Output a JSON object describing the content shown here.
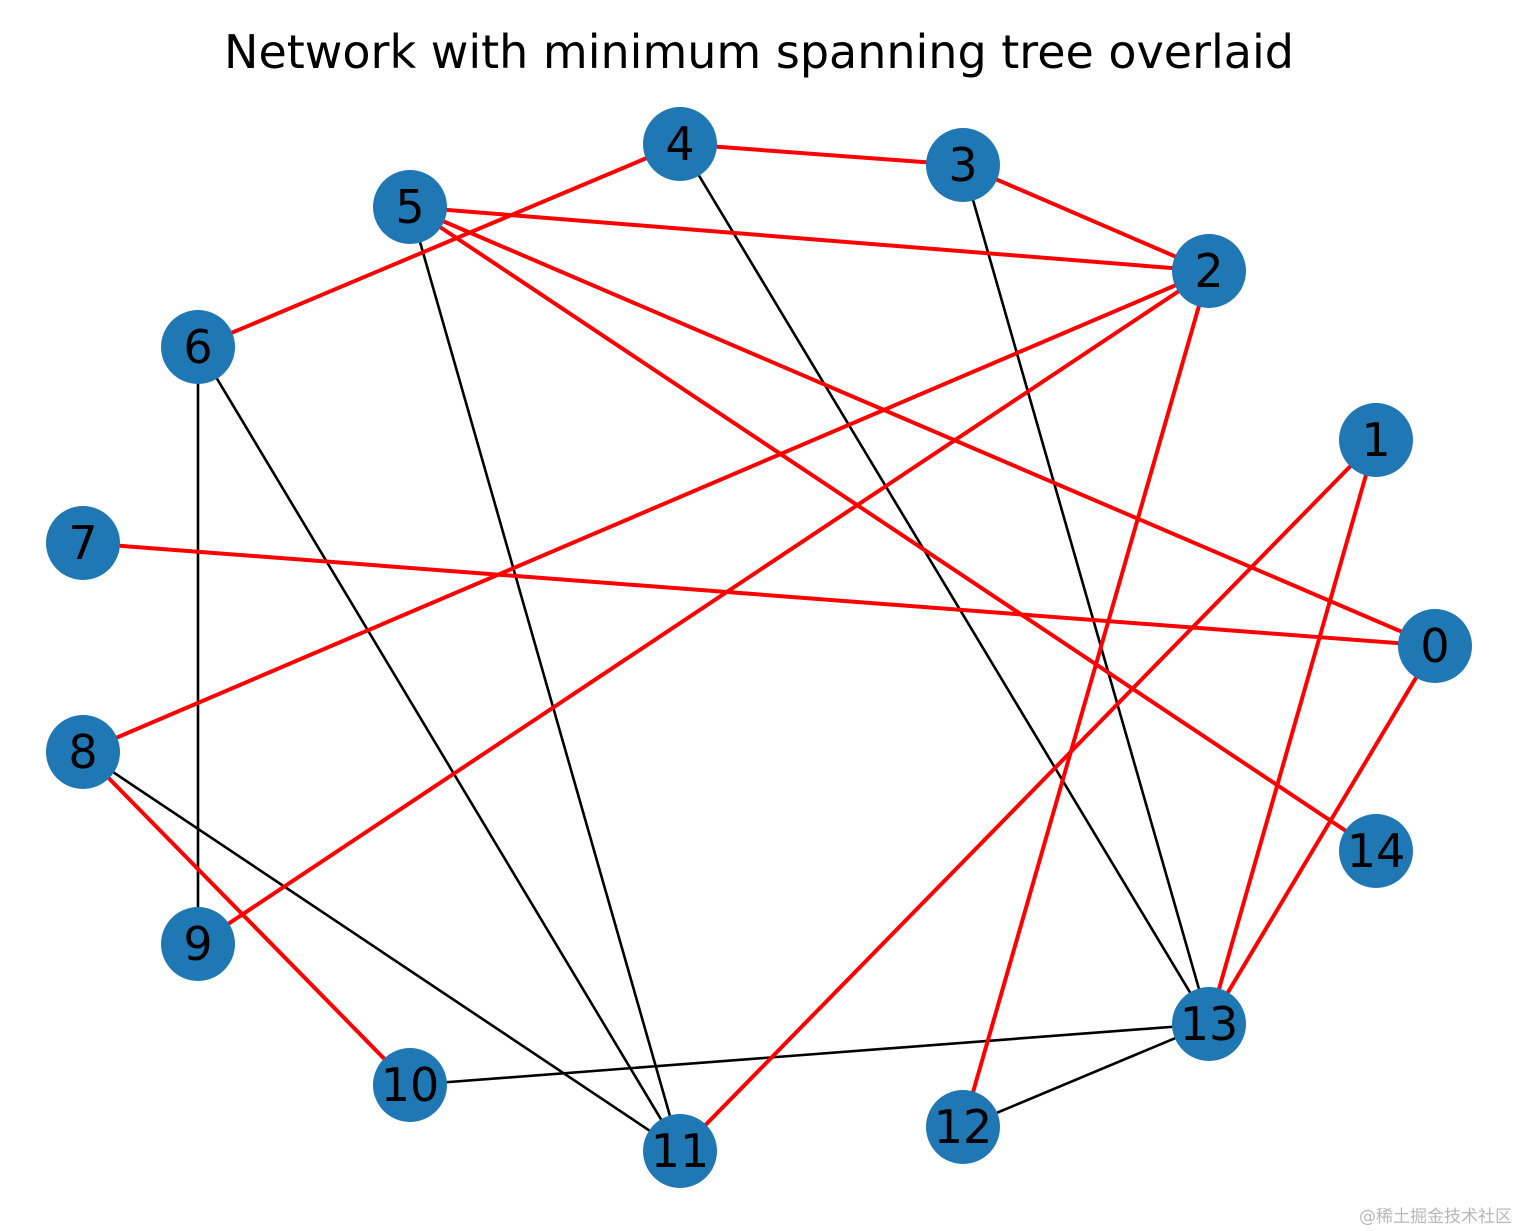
{
  "title": "Network with minimum spanning tree overlaid",
  "watermark": "@稀土掘金技术社区",
  "colors": {
    "node_fill": "#1f77b4",
    "mst_edge": "#ff0000",
    "graph_edge": "#000000"
  },
  "nodes": [
    {
      "id": "0"
    },
    {
      "id": "1"
    },
    {
      "id": "2"
    },
    {
      "id": "3"
    },
    {
      "id": "4"
    },
    {
      "id": "5"
    },
    {
      "id": "6"
    },
    {
      "id": "7"
    },
    {
      "id": "8"
    },
    {
      "id": "9"
    },
    {
      "id": "10"
    },
    {
      "id": "11"
    },
    {
      "id": "12"
    },
    {
      "id": "13"
    },
    {
      "id": "14"
    }
  ],
  "edges": [
    {
      "source": "4",
      "target": "3",
      "mst": true
    },
    {
      "source": "4",
      "target": "6",
      "mst": true
    },
    {
      "source": "3",
      "target": "2",
      "mst": true
    },
    {
      "source": "5",
      "target": "2",
      "mst": true
    },
    {
      "source": "5",
      "target": "0",
      "mst": true
    },
    {
      "source": "5",
      "target": "14",
      "mst": true
    },
    {
      "source": "2",
      "target": "8",
      "mst": true
    },
    {
      "source": "2",
      "target": "9",
      "mst": true
    },
    {
      "source": "2",
      "target": "12",
      "mst": true
    },
    {
      "source": "1",
      "target": "11",
      "mst": true
    },
    {
      "source": "1",
      "target": "13",
      "mst": true
    },
    {
      "source": "7",
      "target": "0",
      "mst": true
    },
    {
      "source": "0",
      "target": "13",
      "mst": true
    },
    {
      "source": "8",
      "target": "10",
      "mst": true
    },
    {
      "source": "4",
      "target": "13",
      "mst": false
    },
    {
      "source": "3",
      "target": "13",
      "mst": false
    },
    {
      "source": "5",
      "target": "11",
      "mst": false
    },
    {
      "source": "6",
      "target": "9",
      "mst": false
    },
    {
      "source": "6",
      "target": "11",
      "mst": false
    },
    {
      "source": "8",
      "target": "11",
      "mst": false
    },
    {
      "source": "10",
      "target": "13",
      "mst": false
    },
    {
      "source": "12",
      "target": "13",
      "mst": false
    }
  ]
}
